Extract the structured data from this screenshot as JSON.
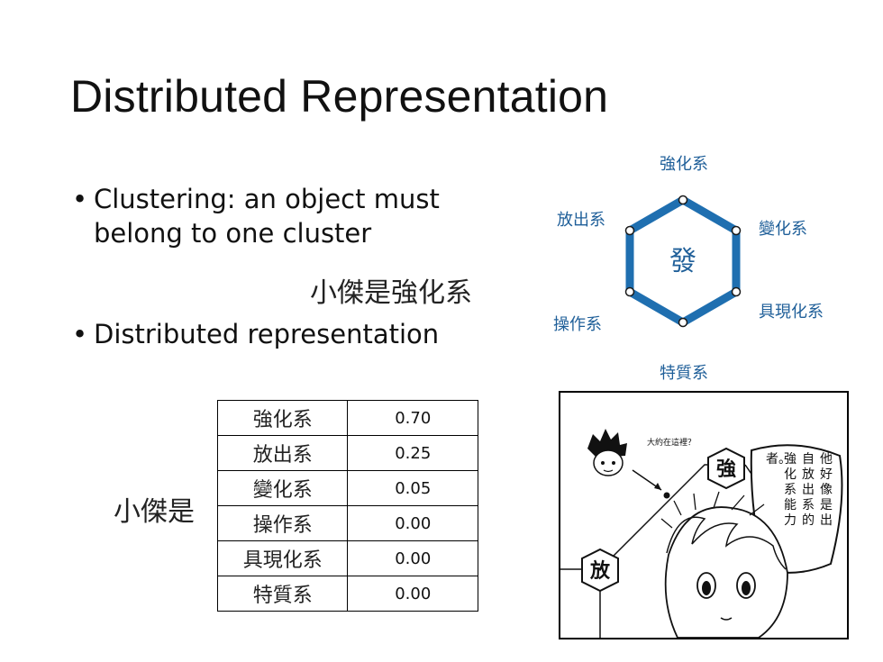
{
  "slide": {
    "title": "Distributed Representation",
    "bullets": [
      {
        "marker": "•",
        "lines": [
          "Clustering: an object must",
          "belong to one cluster"
        ]
      },
      {
        "marker": "•",
        "lines": [
          "Distributed representation"
        ]
      }
    ],
    "example_note": "小傑是強化系",
    "row_label": "小傑是"
  },
  "table": {
    "rows": [
      {
        "name": "強化系",
        "value": "0.70"
      },
      {
        "name": "放出系",
        "value": "0.25"
      },
      {
        "name": "變化系",
        "value": "0.05"
      },
      {
        "name": "操作系",
        "value": "0.00"
      },
      {
        "name": "具現化系",
        "value": "0.00"
      },
      {
        "name": "特質系",
        "value": "0.00"
      }
    ]
  },
  "hexagon": {
    "center": "發",
    "labels": {
      "top": "強化系",
      "upper_right": "變化系",
      "lower_right": "具現化系",
      "bottom": "特質系",
      "lower_left": "操作系",
      "upper_left": "放出系"
    },
    "color": "#1f6fb0"
  },
  "manga": {
    "question": "大約在這裡？",
    "strong": "強",
    "release": "放",
    "speech": [
      "他好像是出",
      "自放出系的",
      "強化系能力",
      "者。"
    ]
  }
}
